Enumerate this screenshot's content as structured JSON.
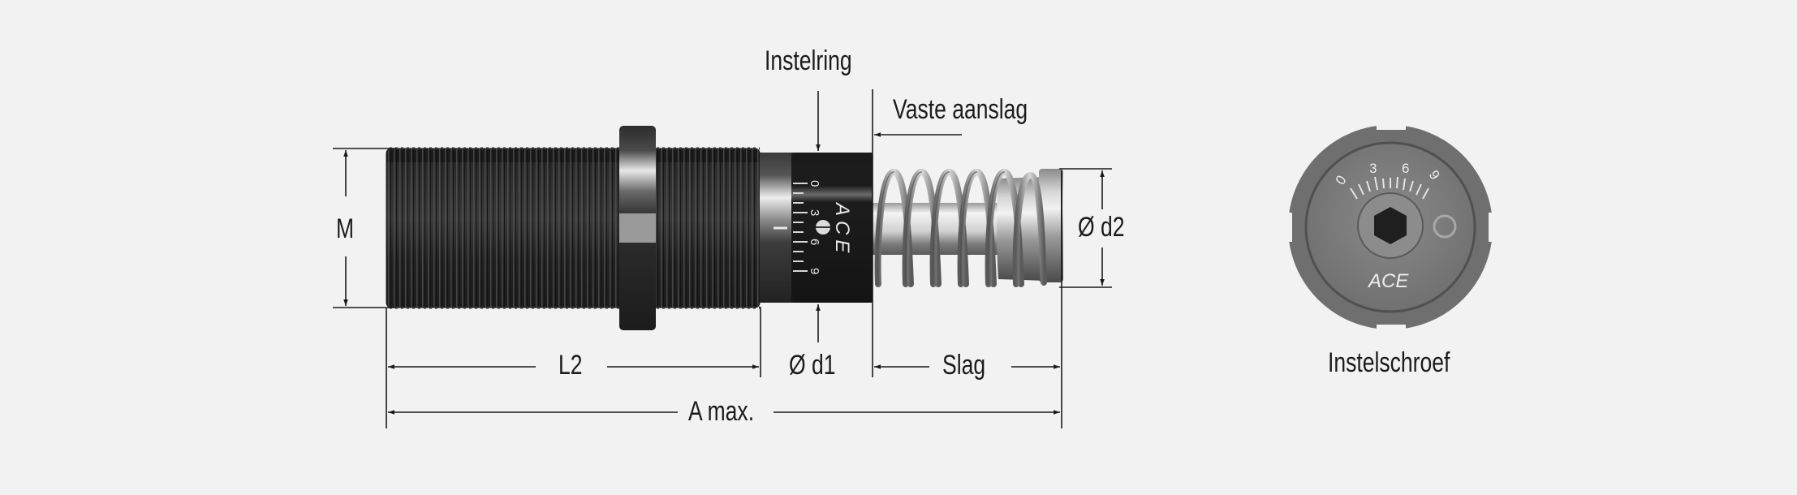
{
  "diagram": {
    "title": "Shock absorber dimension drawing",
    "background": "#f1f2f1",
    "line_color": "#1b1b1b",
    "labels": {
      "instelring": "Instelring",
      "vaste_aanslag": "Vaste aanslag",
      "m": "M",
      "d2": "Ø d2",
      "l2": "L2",
      "d1": "Ø d1",
      "slag": "Slag",
      "a_max": "A max.",
      "instelschroef": "Instelschroef"
    },
    "adjust_ring": {
      "brand": "ACE",
      "scale": [
        "0",
        "3",
        "6",
        "9"
      ]
    },
    "end_view": {
      "brand": "ACE",
      "scale": [
        "0",
        "3",
        "6",
        "9"
      ]
    }
  }
}
